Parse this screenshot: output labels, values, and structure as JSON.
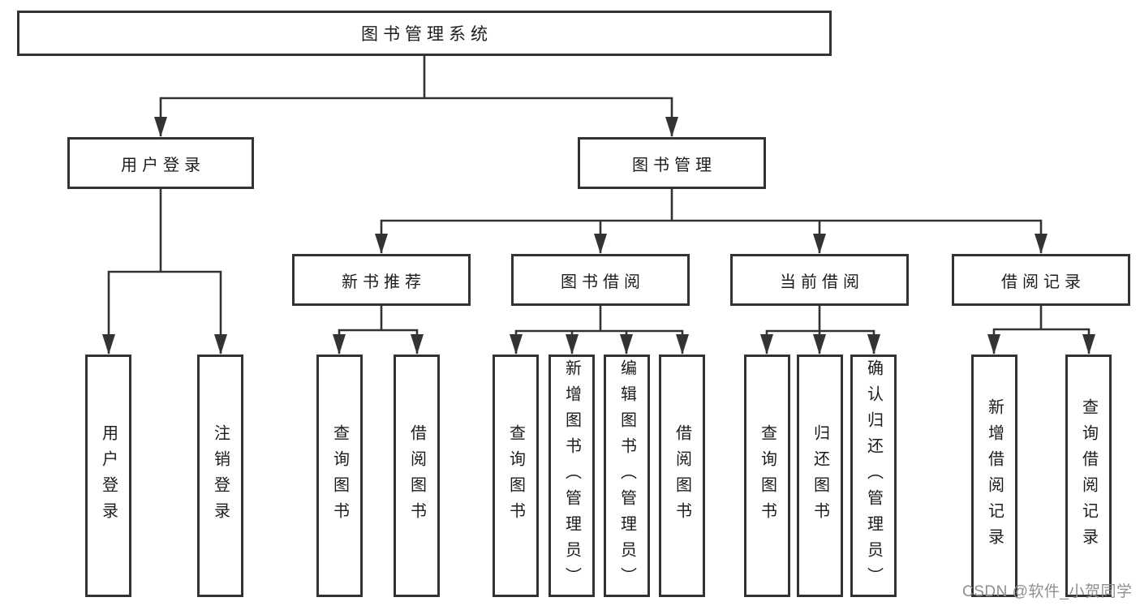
{
  "tree": {
    "root": "图书管理系统",
    "branches": [
      {
        "label": "用户登录",
        "children": [
          "用户登录",
          "注销登录"
        ]
      },
      {
        "label": "图书管理",
        "children": [
          {
            "label": "新书推荐",
            "children": [
              "查询图书",
              "借阅图书"
            ]
          },
          {
            "label": "图书借阅",
            "children": [
              "查询图书",
              "新增图书（管理员）",
              "编辑图书（管理员）",
              "借阅图书"
            ]
          },
          {
            "label": "当前借阅",
            "children": [
              "查询图书",
              "归还图书",
              "确认归还（管理员）"
            ]
          },
          {
            "label": "借阅记录",
            "children": [
              "新增借阅记录",
              "查询借阅记录"
            ]
          }
        ]
      }
    ]
  },
  "watermark": {
    "text": "CSDN @软件_小贺同学"
  },
  "colors": {
    "line": "#333333",
    "text": "#1c1c1c",
    "background": "#ffffff",
    "watermark": "#8f8f8f"
  }
}
